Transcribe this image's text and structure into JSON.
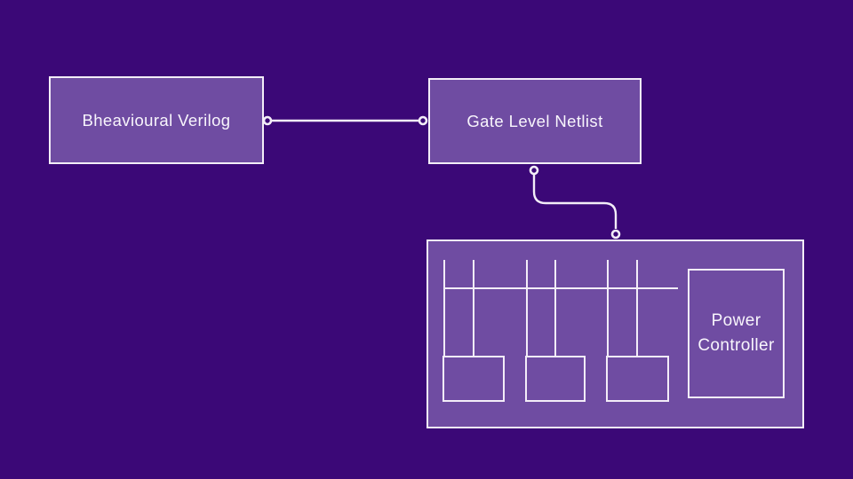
{
  "diagram": {
    "nodes": [
      {
        "id": "behavioural-verilog",
        "label": "Bheavioural Verilog"
      },
      {
        "id": "gate-level-netlist",
        "label": "Gate Level Netlist"
      },
      {
        "id": "power-controller",
        "label": "Power Controller"
      }
    ],
    "colors": {
      "background": "#3B0877",
      "node_fill": "#6F4CA2",
      "stroke": "#F3EDF8",
      "text": "#F8F5FC"
    }
  }
}
